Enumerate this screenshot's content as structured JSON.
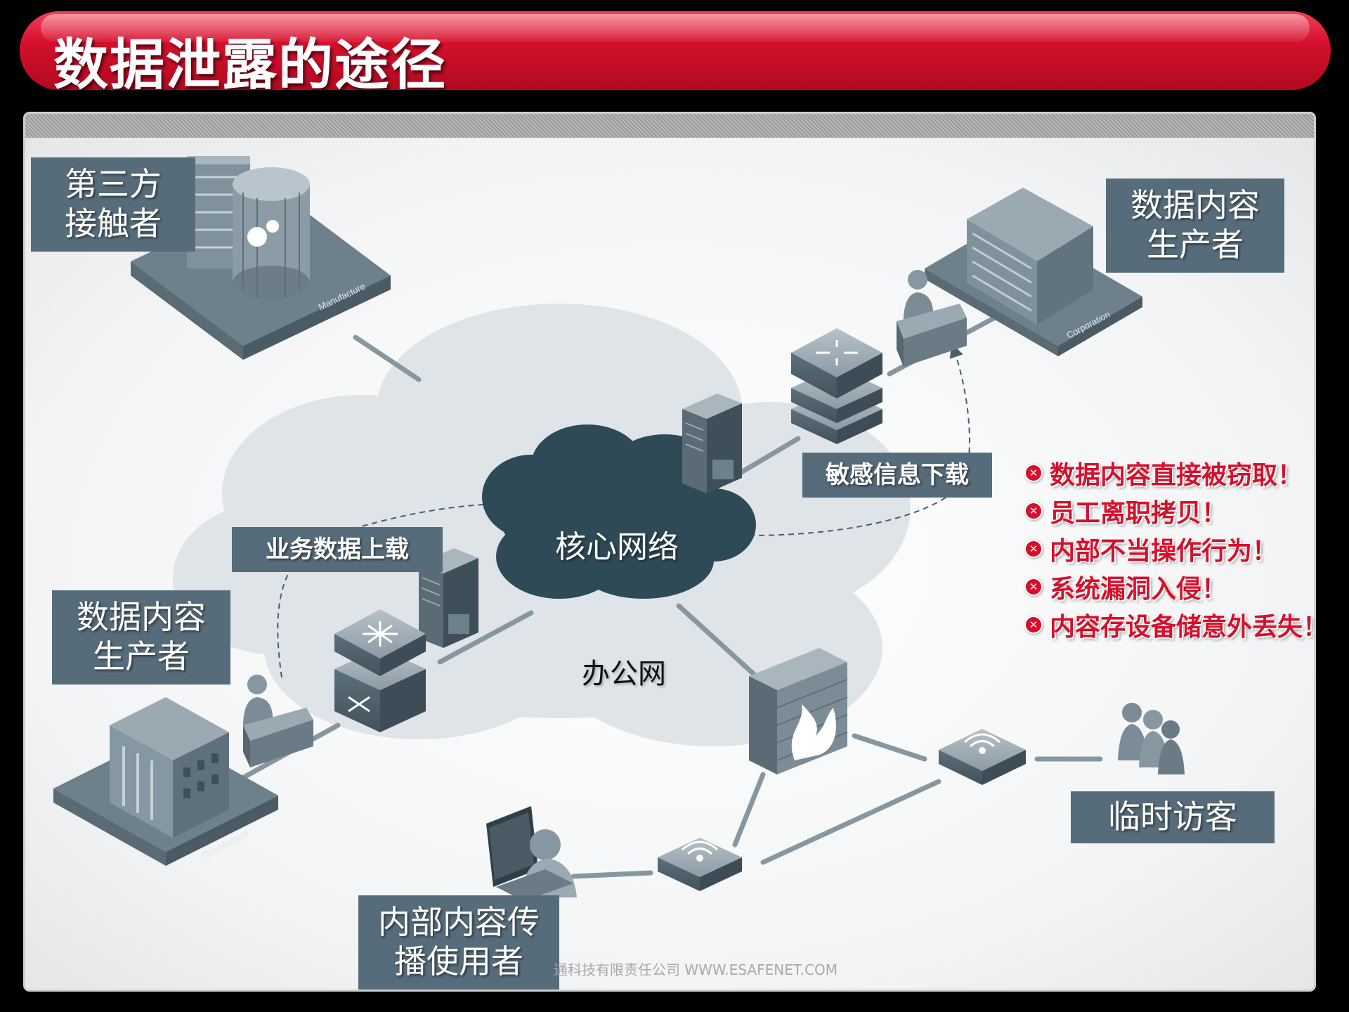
{
  "title": "数据泄露的途径",
  "core_network": "核心网络",
  "office_network": "办公网",
  "nodes": {
    "third_party": [
      "第三方",
      "接触者"
    ],
    "producer_right": [
      "数据内容",
      "生产者"
    ],
    "producer_left": [
      "数据内容",
      "生产者"
    ],
    "temp_visitor": "临时访客",
    "internal_user": [
      "内部内容传",
      "播使用者"
    ]
  },
  "flows": {
    "upload": "业务数据上载",
    "download": "敏感信息下载"
  },
  "risks": [
    "数据内容直接被窃取！",
    "员工离职拷贝！",
    "内部不当操作行为！",
    "系统漏洞入侵！",
    "内容存设备储意外丢失！"
  ],
  "building_tags": {
    "manufacture": "Manufacture",
    "corporation": "Corporation",
    "government": "Government"
  },
  "footer": "通科技有限责任公司  WWW.ESAFENET.COM",
  "colors": {
    "title_red": "#d5102c",
    "label_slate": "#566c7a",
    "cloud_dark": "#2e4a57",
    "cloud_light": "#dfe4e8",
    "risk_red": "#d5102c"
  }
}
